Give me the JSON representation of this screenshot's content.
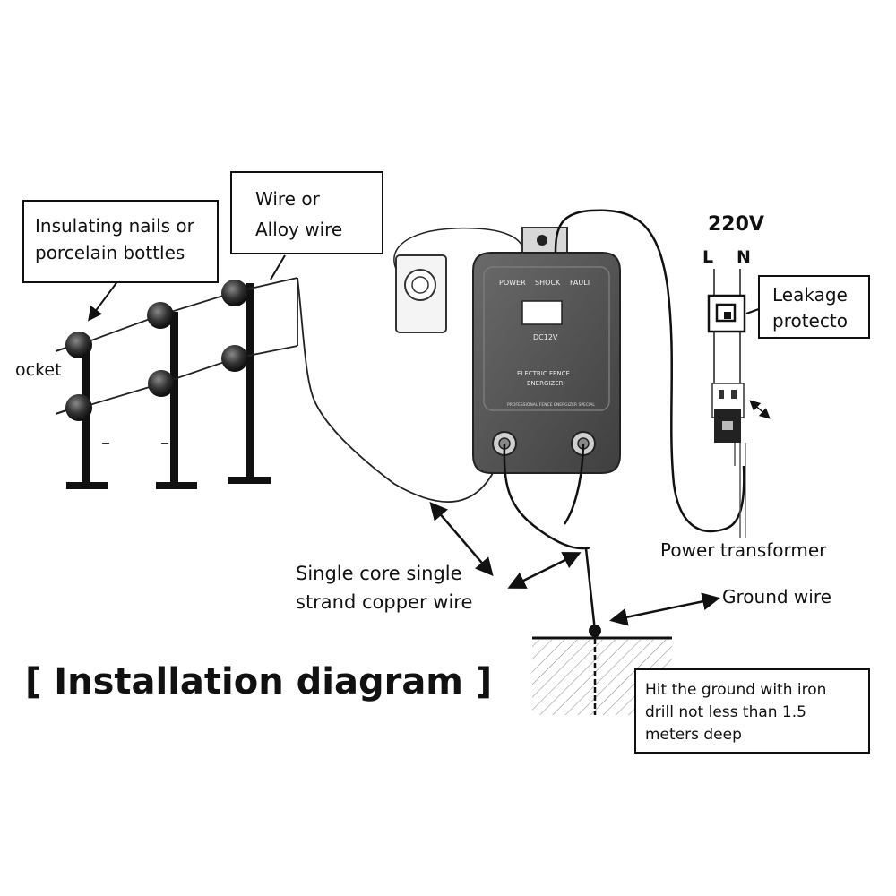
{
  "title": "[ Installation diagram ]",
  "labels": {
    "insulating_nails": [
      "Insulating nails or",
      "porcelain bottles"
    ],
    "wire": [
      "Wire or",
      "Alloy wire"
    ],
    "socket": "ocket",
    "voltage": "220V",
    "live": "L",
    "neutral": "N",
    "leakage": [
      "Leakage",
      "protecto"
    ],
    "power_transformer": "Power transformer",
    "ground_wire": "Ground wire",
    "copper_wire": [
      "Single core single",
      "strand copper wire"
    ],
    "ground_note": [
      "Hit the ground with iron",
      "drill not less than 1.5",
      "meters deep"
    ]
  },
  "energizer": {
    "indicators": [
      "POWER",
      "SHOCK",
      "FAULT"
    ],
    "model": "DC12V",
    "name": [
      "ELECTRIC FENCE",
      "ENERGIZER"
    ],
    "footer": "PROFESSIONAL FENCE ENERGIZER SPECIAL"
  }
}
